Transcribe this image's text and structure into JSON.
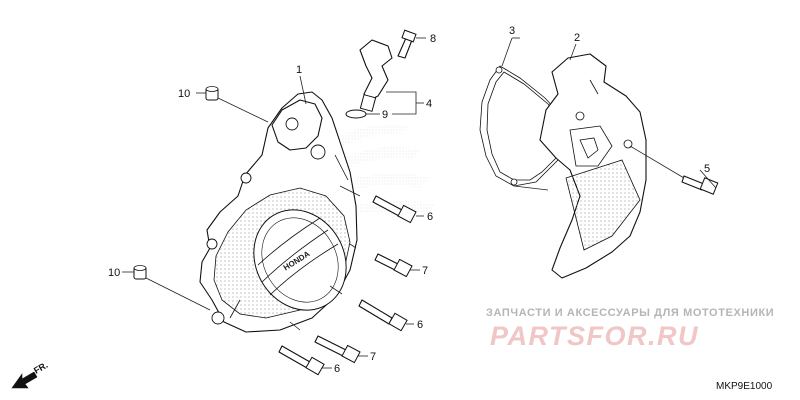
{
  "callouts": [
    {
      "id": "1",
      "label": "1"
    },
    {
      "id": "2",
      "label": "2"
    },
    {
      "id": "3",
      "label": "3"
    },
    {
      "id": "4",
      "label": "4"
    },
    {
      "id": "5",
      "label": "5"
    },
    {
      "id": "6a",
      "label": "6"
    },
    {
      "id": "6b",
      "label": "6"
    },
    {
      "id": "6c",
      "label": "6"
    },
    {
      "id": "7a",
      "label": "7"
    },
    {
      "id": "7b",
      "label": "7"
    },
    {
      "id": "8",
      "label": "8"
    },
    {
      "id": "9",
      "label": "9"
    },
    {
      "id": "10a",
      "label": "10"
    },
    {
      "id": "10b",
      "label": "10"
    }
  ],
  "front_marker": "FR.",
  "watermark": {
    "subtitle": "ЗАПЧАСТИ И АКСЕССУАРЫ ДЛЯ МОТОТЕХНИКИ",
    "brand": "PARTSFOR.RU"
  },
  "diagram_code": "MKP9E1000",
  "cover_emblem": "HONDA"
}
